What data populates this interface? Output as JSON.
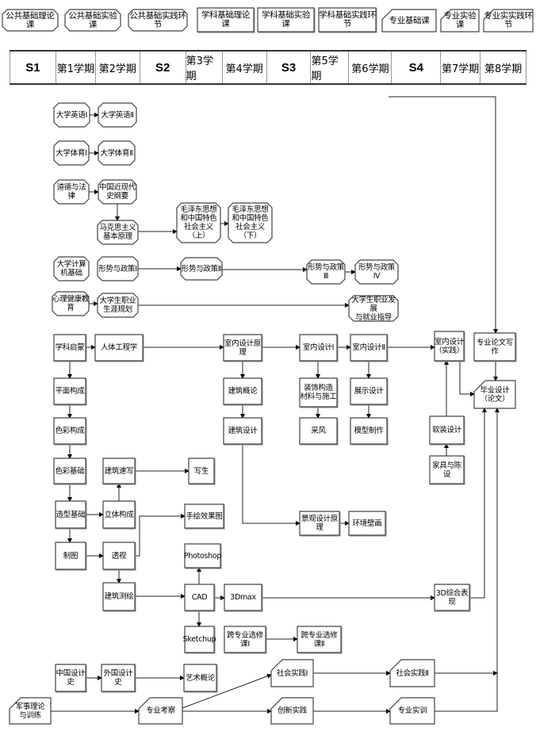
{
  "legend": [
    {
      "label": "公共基础理论课",
      "type": "public"
    },
    {
      "label": "公共基础实验课",
      "type": "public"
    },
    {
      "label": "公共基础实践环节",
      "type": "public"
    },
    {
      "label": "学科基础理论课",
      "type": "subject"
    },
    {
      "label": "学科基础实验课",
      "type": "subject"
    },
    {
      "label": "学科基础实践环节",
      "type": "subject"
    },
    {
      "label": "专业基础课",
      "type": "major"
    },
    {
      "label": "专业实验课",
      "type": "major"
    },
    {
      "label": "专业实实践环节",
      "type": "major"
    }
  ],
  "semesters": [
    "S1",
    "第1学期",
    "第2学期",
    "S2",
    "第3学期",
    "第4学期",
    "S3",
    "第5学期",
    "第6学期",
    "S4",
    "第7学期",
    "第8学期"
  ],
  "nodes": [
    {
      "label": "大学英语Ⅰ",
      "type": "public"
    },
    {
      "label": "大学英语Ⅱ",
      "type": "public"
    },
    {
      "label": "大学体育Ⅰ",
      "type": "public"
    },
    {
      "label": "大学体育Ⅱ",
      "type": "public"
    },
    {
      "label": "道德与法律",
      "type": "public"
    },
    {
      "label": "中国近现代\n史纲要",
      "type": "public"
    },
    {
      "label": "马克思主义\n基本原理",
      "type": "public"
    },
    {
      "label": "毛泽东思想\n和中国特色\n社会主义（上）",
      "type": "public"
    },
    {
      "label": "毛泽东思想\n和中国特色\n社会主义（下）",
      "type": "public"
    },
    {
      "label": "大学计算\n机基础",
      "type": "public"
    },
    {
      "label": "形势与政策Ⅰ",
      "type": "public"
    },
    {
      "label": "形势与政策Ⅱ",
      "type": "public"
    },
    {
      "label": "形势与政策Ⅲ",
      "type": "public"
    },
    {
      "label": "形势与政策Ⅳ",
      "type": "public"
    },
    {
      "label": "心理健康教育",
      "type": "public"
    },
    {
      "label": "大学生职业\n生涯规划",
      "type": "public"
    },
    {
      "label": "大学生职业发展\n与就业指导",
      "type": "public"
    },
    {
      "label": "学科启蒙",
      "type": "subject"
    },
    {
      "label": "人体工程学",
      "type": "subject"
    },
    {
      "label": "室内设计原理",
      "type": "subject"
    },
    {
      "label": "平面构成",
      "type": "subject"
    },
    {
      "label": "建筑概论",
      "type": "subject"
    },
    {
      "label": "色彩构成",
      "type": "subject"
    },
    {
      "label": "建筑设计",
      "type": "subject"
    },
    {
      "label": "色彩基础",
      "type": "subject"
    },
    {
      "label": "建筑速写",
      "type": "subject"
    },
    {
      "label": "写生",
      "type": "subject"
    },
    {
      "label": "造型基础",
      "type": "subject"
    },
    {
      "label": "立体构成",
      "type": "subject"
    },
    {
      "label": "手绘效果图",
      "type": "subject"
    },
    {
      "label": "制图",
      "type": "subject"
    },
    {
      "label": "透视",
      "type": "subject"
    },
    {
      "label": "Photoshop",
      "type": "subject"
    },
    {
      "label": "建筑测绘",
      "type": "subject"
    },
    {
      "label": "CAD",
      "type": "subject"
    },
    {
      "label": "3Dmax",
      "type": "subject"
    },
    {
      "label": "Sketchup",
      "type": "subject"
    },
    {
      "label": "跨专业选修课Ⅰ",
      "type": "subject"
    },
    {
      "label": "跨专业选修课Ⅱ",
      "type": "subject"
    },
    {
      "label": "中国设计史",
      "type": "subject"
    },
    {
      "label": "外国设计史",
      "type": "subject"
    },
    {
      "label": "艺术概论",
      "type": "subject"
    },
    {
      "label": "室内设计Ⅰ",
      "type": "subject"
    },
    {
      "label": "室内设计Ⅱ",
      "type": "subject"
    },
    {
      "label": "室内设计\n（实践）",
      "type": "subject"
    },
    {
      "label": "专业论文写作",
      "type": "subject"
    },
    {
      "label": "装饰构造\n材料与施工",
      "type": "subject"
    },
    {
      "label": "展示设计",
      "type": "subject"
    },
    {
      "label": "采风",
      "type": "subject"
    },
    {
      "label": "模型制作",
      "type": "subject"
    },
    {
      "label": "软装设计",
      "type": "subject"
    },
    {
      "label": "家具与陈设",
      "type": "subject"
    },
    {
      "label": "景观设计原理",
      "type": "subject"
    },
    {
      "label": "环境壁画",
      "type": "subject"
    },
    {
      "label": "3D综合表现",
      "type": "subject"
    },
    {
      "label": "毕业设计\n（论文）",
      "type": "major"
    },
    {
      "label": "军事理论\n与训练",
      "type": "major"
    },
    {
      "label": "专业考察",
      "type": "major"
    },
    {
      "label": "社会实践Ⅰ",
      "type": "major"
    },
    {
      "label": "社会实践Ⅱ",
      "type": "major"
    },
    {
      "label": "创新实践",
      "type": "major"
    },
    {
      "label": "专业实训",
      "type": "major"
    }
  ]
}
